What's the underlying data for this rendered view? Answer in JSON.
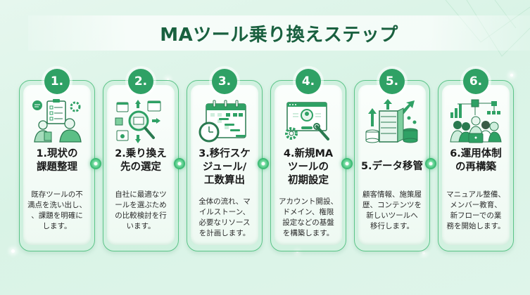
{
  "title": "MAツール乗り換えステップ",
  "colors": {
    "accent": "#2fa165",
    "title_text": "#19603f",
    "card_border": "#5cc488",
    "background": "#dff5ea"
  },
  "steps": [
    {
      "badge": "1.",
      "icon": "team-discussion-clipboard-icon",
      "title": "1.現状の\n課題整理",
      "description": "既存ツールの不\n満点を洗い出し、\n、課題を明確に\nします。"
    },
    {
      "badge": "2.",
      "icon": "magnifier-compare-icon",
      "title": "2.乗り換え\n先の選定",
      "description": "自社に最適なツ\nールを選ぶため\nの比較検討を行\nいます。"
    },
    {
      "badge": "3.",
      "icon": "calendar-schedule-icon",
      "title": "3.移行スケ\nジュール/\n工数算出",
      "description": "全体の流れ、マ\nイルストーン、\n必要なリソース\nを計画します。"
    },
    {
      "badge": "4.",
      "icon": "account-settings-icon",
      "title": "4.新規MA\nツールの\n初期設定",
      "description": "アカウント開設、\nドメイン、権限\n設定などの基盤\nを構築します。"
    },
    {
      "badge": "5.",
      "icon": "data-migration-icon",
      "title": "5.データ移管",
      "description": "顧客情報、施策履\n歴、コンテンツを\n新しいツールへ\n移行します。"
    },
    {
      "badge": "6.",
      "icon": "team-operation-icon",
      "title": "6.運用体制\nの再構築",
      "description": "マニュアル整備、\nメンバー教育、\n新フローでの業\n務を開始します。"
    }
  ]
}
